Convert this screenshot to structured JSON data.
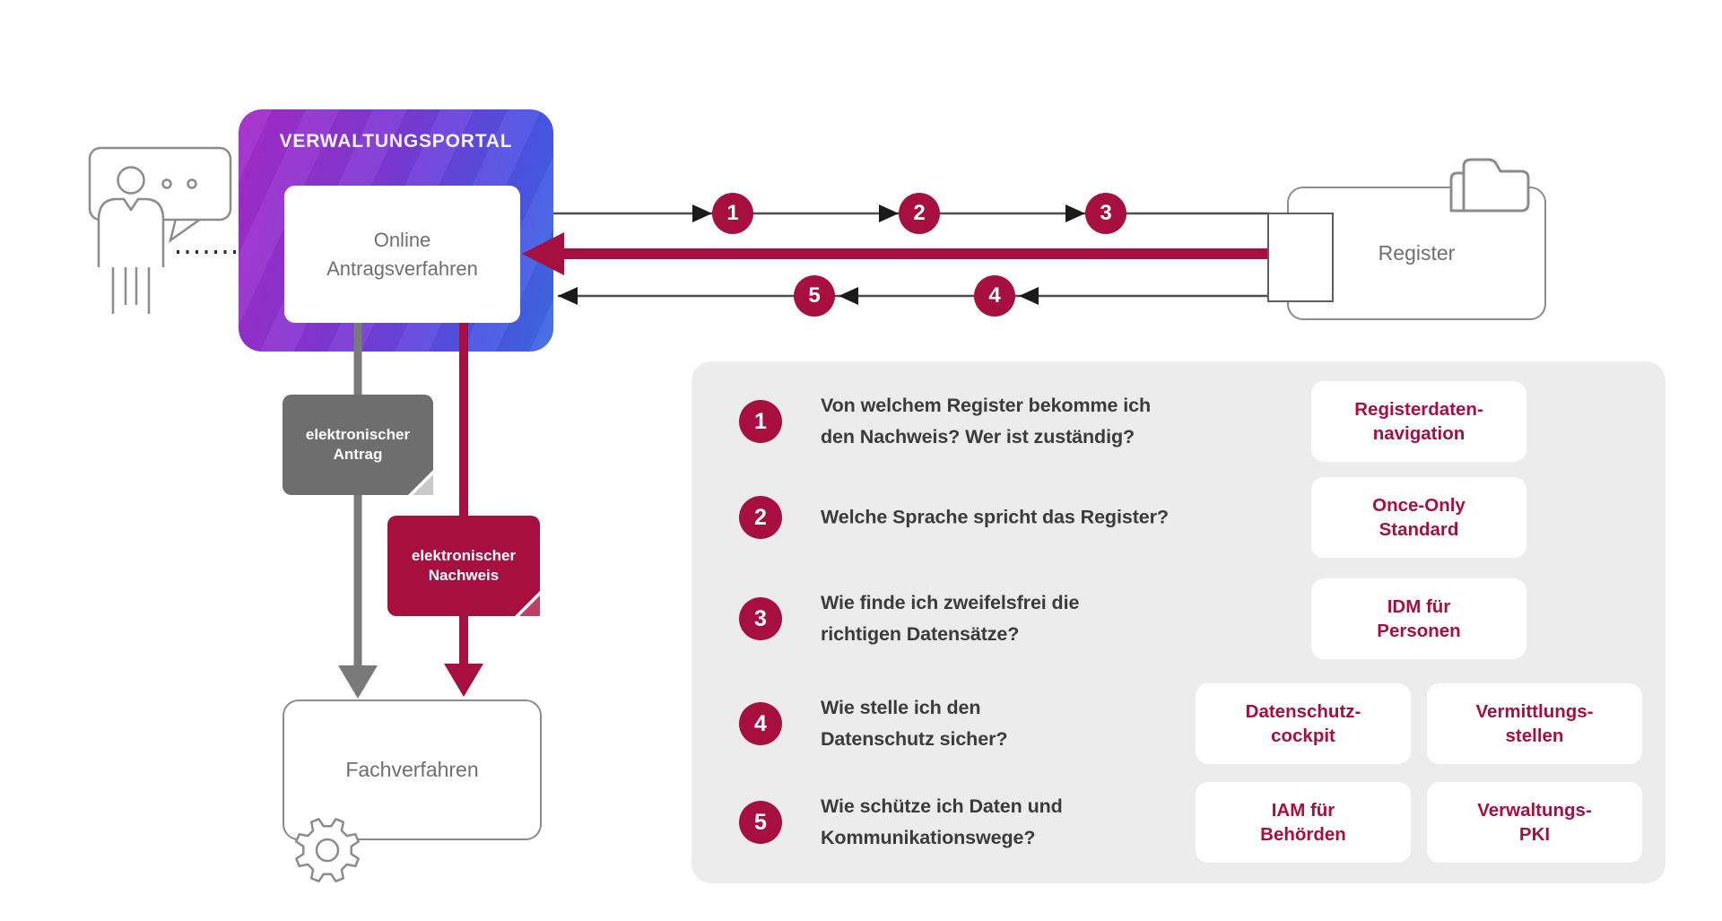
{
  "colors": {
    "accent_crimson": "#A60F3F",
    "portal_gradient_start": "#A62BC8",
    "portal_gradient_end": "#3E6AE2",
    "doc_gray": "#6F6E6E",
    "panel_bg": "#ECECEC",
    "outline_gray": "#8C8C8C",
    "label_gray": "#6F6F6F",
    "question_text": "#3B3B3B"
  },
  "icons": {
    "actor": "person-silhouette-icon",
    "speech": "speech-bubble-icon",
    "register": "folder-icon",
    "fachverfahren": "gear-icon"
  },
  "portal": {
    "title": "VERWALTUNGSPORTAL",
    "app": {
      "line1": "Online",
      "line2": "Antragsverfahren"
    }
  },
  "register": {
    "label": "Register"
  },
  "fachverfahren": {
    "label": "Fachverfahren"
  },
  "docs": {
    "antrag": {
      "line1": "elektronischer",
      "line2": "Antrag"
    },
    "nachweis": {
      "line1": "elektronischer",
      "line2": "Nachweis"
    }
  },
  "flow": {
    "steps": [
      "1",
      "2",
      "3",
      "4",
      "5"
    ]
  },
  "panel": {
    "rows": [
      {
        "num": "1",
        "q1": "Von welchem Register bekomme ich",
        "q2": "den Nachweis? Wer ist zuständig?",
        "badges": [
          {
            "l1": "Registerdaten-",
            "l2": "navigation"
          }
        ]
      },
      {
        "num": "2",
        "q1": "Welche Sprache spricht das Register?",
        "q2": "",
        "badges": [
          {
            "l1": "Once-Only",
            "l2": "Standard"
          }
        ]
      },
      {
        "num": "3",
        "q1": "Wie finde ich zweifelsfrei die",
        "q2": "richtigen Datensätze?",
        "badges": [
          {
            "l1": "IDM für",
            "l2": "Personen"
          }
        ]
      },
      {
        "num": "4",
        "q1": "Wie stelle ich den",
        "q2": "Datenschutz sicher?",
        "badges": [
          {
            "l1": "Datenschutz-",
            "l2": "cockpit"
          },
          {
            "l1": "Vermittlungs-",
            "l2": "stellen"
          }
        ]
      },
      {
        "num": "5",
        "q1": "Wie schütze ich Daten und",
        "q2": "Kommunikationswege?",
        "badges": [
          {
            "l1": "IAM für",
            "l2": "Behörden"
          },
          {
            "l1": "Verwaltungs-",
            "l2": "PKI"
          }
        ]
      }
    ]
  }
}
